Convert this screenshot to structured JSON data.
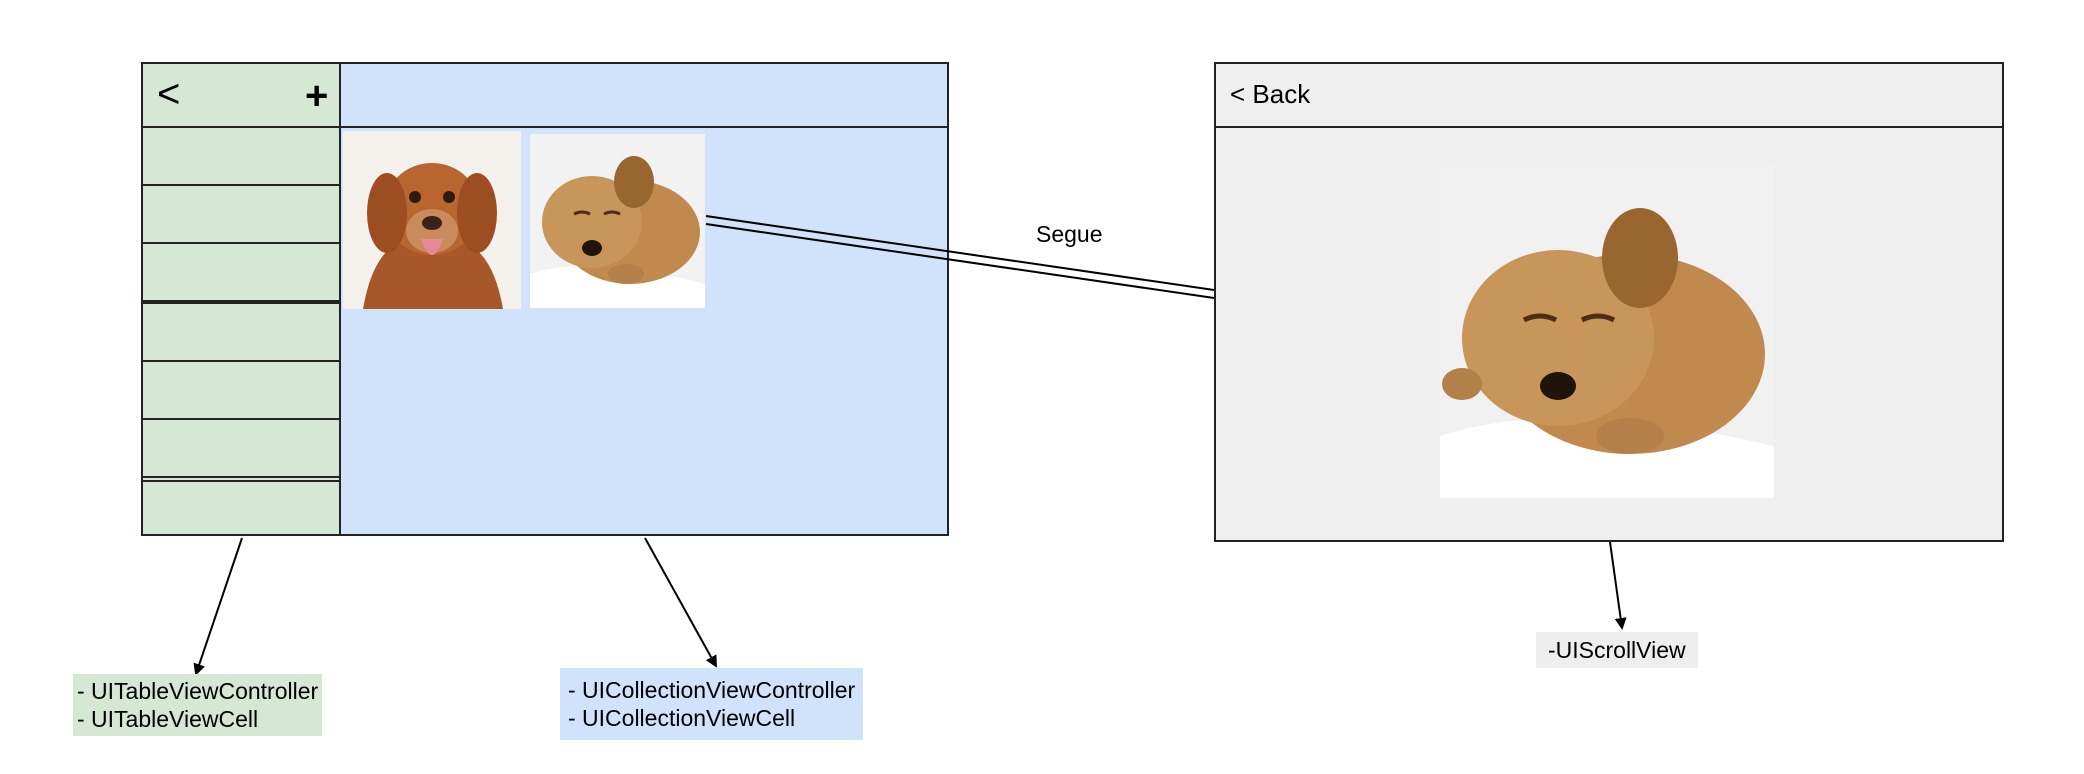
{
  "table_view": {
    "back_glyph": "<",
    "add_glyph": "+",
    "row_count": 7
  },
  "detail_view": {
    "back_label": "< Back"
  },
  "segue_label": "Segue",
  "captions": {
    "table": [
      "- UITableViewController",
      "- UITableViewCell"
    ],
    "collection": [
      "- UICollectionViewController",
      "- UICollectionViewCell"
    ],
    "scroll": "-UIScrollView"
  },
  "images": [
    {
      "id": "dog-photo",
      "subject": "dog"
    },
    {
      "id": "puppy-photo",
      "subject": "puppy"
    },
    {
      "id": "puppy-detail-photo",
      "subject": "puppy"
    }
  ],
  "colors": {
    "table_bg": "#d5e8d4",
    "collection_bg": "#d0e3fa",
    "detail_bg": "#efefef",
    "stroke": "#222222"
  }
}
